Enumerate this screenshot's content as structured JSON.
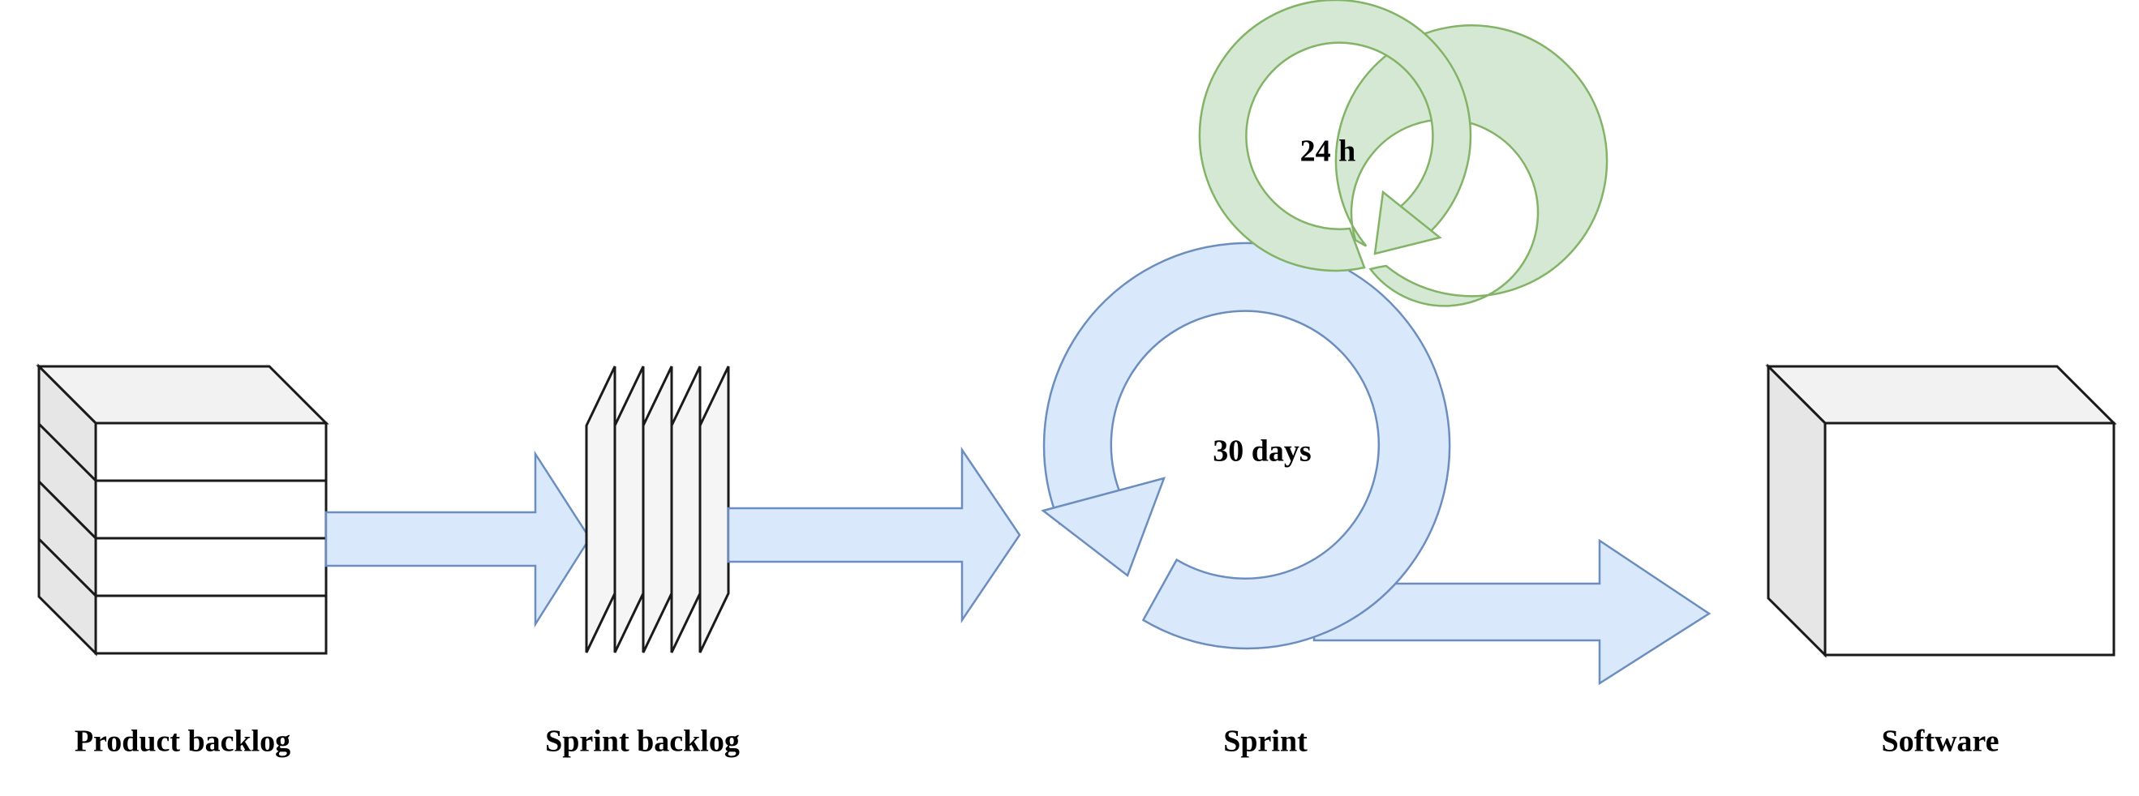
{
  "stages": [
    {
      "id": "product-backlog",
      "label": "Product backlog"
    },
    {
      "id": "sprint-backlog",
      "label": "Sprint backlog"
    },
    {
      "id": "sprint",
      "label": "Sprint"
    },
    {
      "id": "software",
      "label": "Software"
    }
  ],
  "loops": {
    "daily": {
      "label": "24 h"
    },
    "sprint": {
      "label": "30 days"
    }
  },
  "colors": {
    "arrow_fill": "#dae8fc",
    "arrow_stroke": "#6c8ebf",
    "daily_fill": "#d5e8d4",
    "daily_stroke": "#82b366",
    "box_front": "#ffffff",
    "box_side": "#e6e6e6",
    "box_top": "#f2f2f2",
    "sheet_fill": "#f5f5f5",
    "outline": "#1a1a1a"
  }
}
